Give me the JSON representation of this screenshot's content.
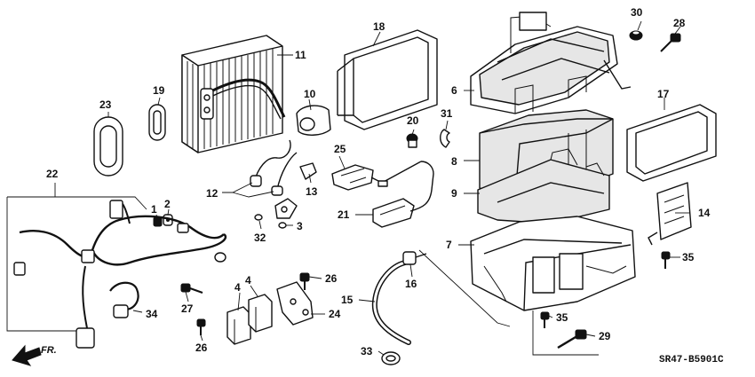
{
  "diagram": {
    "code": "SR47-B5901C",
    "direction_label": "FR.",
    "callouts": {
      "c1": "1",
      "c2": "2",
      "c3": "3",
      "c4a": "4",
      "c4b": "4",
      "c6": "6",
      "c7": "7",
      "c8": "8",
      "c9": "9",
      "c10": "10",
      "c11": "11",
      "c12": "12",
      "c13": "13",
      "c14": "14",
      "c15": "15",
      "c16": "16",
      "c17": "17",
      "c18": "18",
      "c19": "19",
      "c20": "20",
      "c21": "21",
      "c22": "22",
      "c23": "23",
      "c24": "24",
      "c25": "25",
      "c26a": "26",
      "c26b": "26",
      "c27": "27",
      "c28": "28",
      "c29": "29",
      "c30": "30",
      "c31": "31",
      "c32": "32",
      "c33": "33",
      "c34": "34",
      "c35a": "35",
      "c35b": "35"
    }
  }
}
